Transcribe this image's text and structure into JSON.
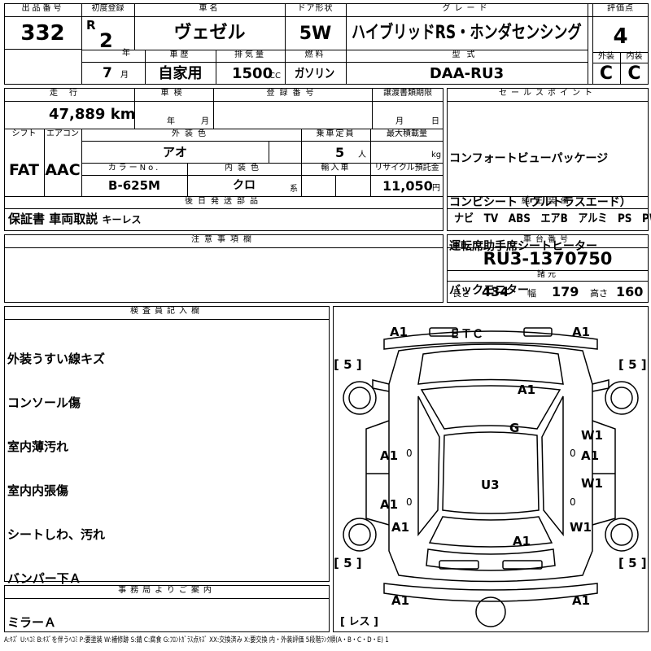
{
  "vehicle": {
    "headers": {
      "lot_no": "出品番号",
      "first_reg": "初度登録",
      "name": "車名",
      "door": "ドア形状",
      "grade": "グレード",
      "score": "評価点",
      "history": "車歴",
      "displacement": "排気量",
      "fuel": "燃料",
      "model": "型式",
      "exterior": "外装",
      "interior": "内装",
      "mileage": "走行",
      "inspection": "車検",
      "reg_no": "登録番号",
      "transfer_docs": "譲渡書類期限",
      "shift": "シフト",
      "ac": "エアコン",
      "ext_color": "外装色",
      "capacity": "乗車定員",
      "max_load": "最大積載量",
      "color_no": "カラーNo.",
      "int_color": "内装色",
      "import": "輸入車",
      "recycle": "リサイクル預託金",
      "later_parts": "後日発送部品"
    },
    "lot_no": "332",
    "era": "R",
    "year": "2",
    "year_unit": "年",
    "month": "7",
    "month_unit": "月",
    "name": "ヴェゼル",
    "door": "5W",
    "grade": "ハイブリッドRS・ホンダセンシング",
    "score": "4",
    "history": "自家用",
    "displacement": "1500",
    "displacement_unit": "CC",
    "fuel": "ガソリン",
    "model": "DAA-RU3",
    "exterior": "C",
    "interior": "C",
    "mileage": "47,889",
    "mileage_unit": "km",
    "insp_year": "年",
    "insp_month": "月",
    "transfer_month": "月",
    "transfer_day": "日",
    "shift": "FAT",
    "ac": "AAC",
    "ext_color": "アオ",
    "capacity": "5",
    "capacity_unit": "人",
    "max_load_unit": "kg",
    "color_no": "B-625M",
    "int_color": "クロ",
    "int_color_unit": "系",
    "recycle": "11,050",
    "recycle_unit": "円",
    "later_parts": [
      "保証書",
      "車両取説",
      "キーレス"
    ]
  },
  "sales_points": {
    "header": "セールスポイント",
    "items": [
      "コンフォートビューパッケージ",
      "コンビシート（ウルトラスエード）",
      "運転席助手席シートヒーター",
      "バックモニター",
      "ＥＴＣ"
    ]
  },
  "equipment": {
    "header": "純正装備",
    "items": [
      "ナビ",
      "TV",
      "ABS",
      "エアB",
      "アルミ",
      "PS",
      "PW"
    ]
  },
  "notes": {
    "header": "注意事項欄"
  },
  "chassis": {
    "header": "車台番号",
    "value": "RU3-1370750"
  },
  "specs": {
    "header": "諸元",
    "length_label": "長さ",
    "length": "434",
    "width_label": "幅",
    "width": "179",
    "height_label": "高さ",
    "height": "160"
  },
  "inspector": {
    "header": "検査員記入欄",
    "lines": [
      "外装うすい線キズ",
      "コンソール傷",
      "室内薄汚れ",
      "室内内張傷",
      "シートしわ、汚れ",
      "バンパー下Ａ",
      "ミラーＡ"
    ]
  },
  "office": {
    "header": "事務局よりご案内"
  },
  "diagram": {
    "marks": {
      "front_bumper_left": "A1",
      "front_bumper_right": "A1",
      "hood": "A1",
      "windshield": "G",
      "left_front_door": "A1",
      "left_front_door_code": "0",
      "right_front_window": "W1",
      "right_front_door": "A1",
      "right_front_door_code": "0",
      "roof": "U3",
      "left_rear_door": "A1",
      "left_rear_door_code": "0",
      "right_rear_window": "W1",
      "right_rear_door_code": "0",
      "left_rear_quarter": "A1",
      "right_rear_quarter_window": "W1",
      "trunk": "A1",
      "rear_bumper_left": "A1",
      "rear_bumper_right": "A1"
    },
    "tire_fl": "[ 5 ]",
    "tire_fr": "[ 5 ]",
    "tire_rl": "[ 5 ]",
    "tire_rr": "[ 5 ]",
    "spare": "[ レス ]"
  },
  "legend": "A:ｷｽﾞ U:ﾍｺﾐ B:ｷｽﾞを伴うﾍｺﾐ P:要塗装 W:補修跡 S:錆 C:腐食 G:ﾌﾛﾝﾄｶﾞﾗｽ点ｷｽﾞ XX:交換済み X:要交換 内・外装評価 5段階ﾗﾝｸ順(A・B・C・D・E) 1"
}
